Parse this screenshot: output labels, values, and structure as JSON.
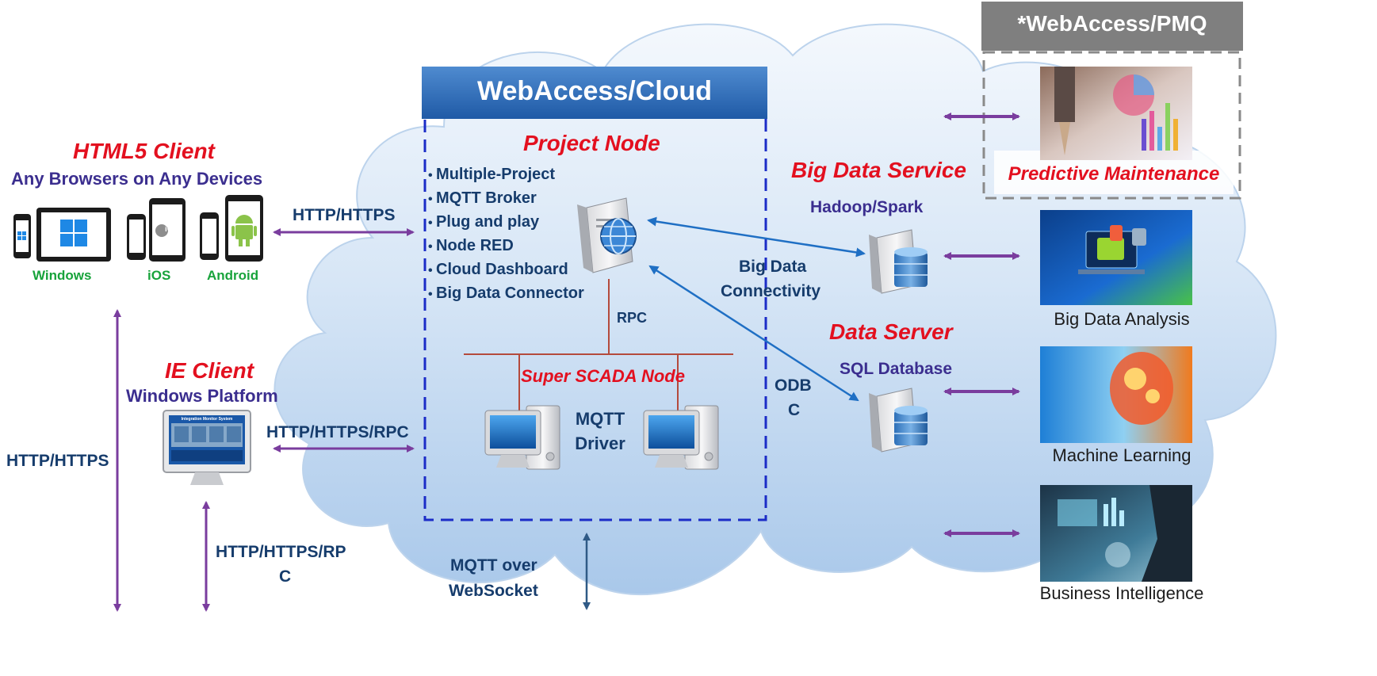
{
  "pmq": {
    "title": "*WebAccess/PMQ",
    "predictive_label": "Predictive Maintenance"
  },
  "cloud": {
    "title": "WebAccess/Cloud",
    "project_node": "Project Node",
    "features": [
      "Multiple-Project",
      "MQTT Broker",
      "Plug and play",
      "Node RED",
      "Cloud Dashboard",
      "Big Data Connector"
    ],
    "rpc": "RPC",
    "scada_node": "Super SCADA Node",
    "mqtt_driver_line1": "MQTT",
    "mqtt_driver_line2": "Driver"
  },
  "html5_client": {
    "title": "HTML5 Client",
    "subtitle": "Any Browsers on Any Devices",
    "devices": [
      "Windows",
      "iOS",
      "Android"
    ],
    "ios_logo_text": "iOS"
  },
  "ie_client": {
    "title": "IE Client",
    "subtitle": "Windows Platform",
    "screen_title": "Integration Monitor System"
  },
  "protocols": {
    "html5_link": "HTTP/HTTPS",
    "ie_link": "HTTP/HTTPS/RPC",
    "left_vertical": "HTTP/HTTPS",
    "ie_vertical_line1": "HTTP/HTTPS/RP",
    "ie_vertical_line2": "C",
    "mqtt_ws_line1": "MQTT over",
    "mqtt_ws_line2": "WebSocket",
    "big_data_line1": "Big Data",
    "big_data_line2": "Connectivity",
    "odbc_line1": "ODB",
    "odbc_line2": "C"
  },
  "big_data_service": {
    "title": "Big Data Service",
    "subtitle": "Hadoop/Spark"
  },
  "data_server": {
    "title": "Data Server",
    "subtitle": "SQL Database"
  },
  "analytics": {
    "big_data_analysis": "Big Data Analysis",
    "machine_learning": "Machine Learning",
    "business_intelligence": "Business Intelligence"
  },
  "colors": {
    "accent_red": "#e3101f",
    "navy": "#163c6c",
    "purple_arrow": "#7a3d9e",
    "blue_arrow": "#1f6fc4",
    "cloud_title_bg": "#2f6cb5",
    "pmq_bg": "#7f7f7f"
  }
}
